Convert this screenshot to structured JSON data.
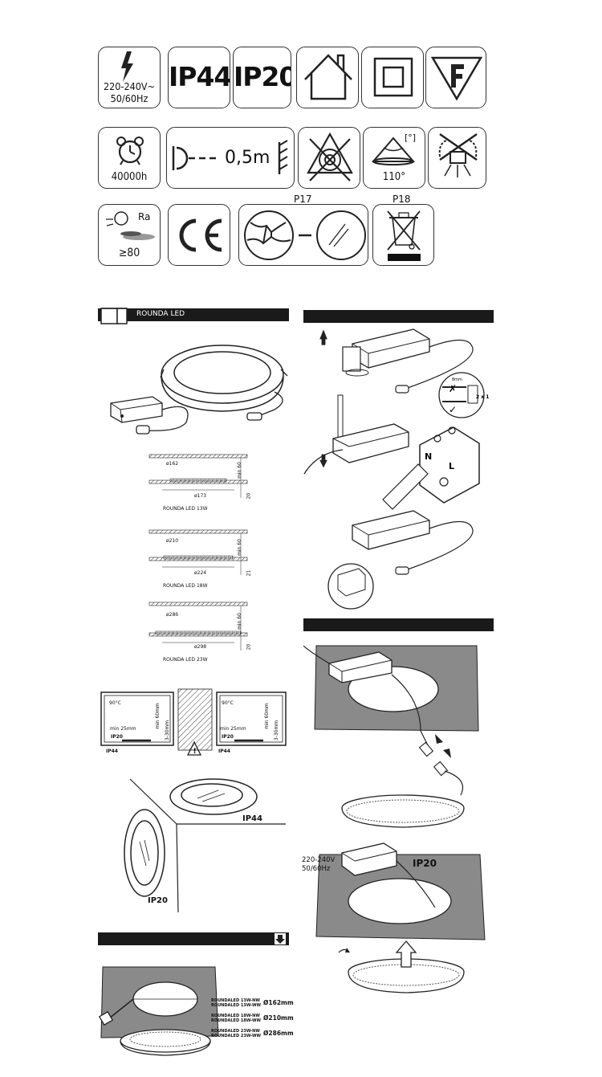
{
  "icons": {
    "voltage": {
      "line1": "220-240V~",
      "line2": "50/60Hz"
    },
    "ip44": "IP44",
    "ip20": "IP20",
    "lifetime": "40000h",
    "distance": "0,5m",
    "beam_angle": {
      "unit": "[°]",
      "value": "110°"
    },
    "cri": {
      "label": "Ra",
      "value": "≥80"
    },
    "ce": "CE",
    "p17": "P17",
    "p18": "P18"
  },
  "sections": {
    "product_title": "ROUNDA LED"
  },
  "dimensions": [
    {
      "cutout": "ø162",
      "outer": "ø173",
      "depth": "min 60",
      "height": "20",
      "model": "ROUNDA LED 13W"
    },
    {
      "cutout": "ø210",
      "outer": "ø224",
      "depth": "min 60",
      "height": "21",
      "model": "ROUNDA LED 18W"
    },
    {
      "cutout": "ø286",
      "outer": "ø298",
      "depth": "min 60",
      "height": "20",
      "model": "ROUNDA LED 23W"
    }
  ],
  "wiring": {
    "n": "N",
    "l": "L",
    "strip": "8mm",
    "wire": "2 x 1"
  },
  "installation": {
    "temp": "90°C",
    "depth": "min 60mm",
    "gap": "min 25mm",
    "thickness": "3-30mm",
    "ip20": "IP20",
    "ip44": "IP44"
  },
  "mounting": {
    "ip44": "IP44",
    "ip20": "IP20"
  },
  "connection": {
    "voltage": "220-240V",
    "freq": "50/60Hz",
    "ip20": "IP20"
  },
  "cutout_table": [
    {
      "models": [
        "ROUNDALED 13W-NW",
        "ROUNDALED 13W-WW"
      ],
      "size": "Ø162mm"
    },
    {
      "models": [
        "ROUNDALED 18W-NW",
        "ROUNDALED 18W-WW"
      ],
      "size": "Ø210mm"
    },
    {
      "models": [
        "ROUNDALED 23W-NW",
        "ROUNDALED 23W-WW"
      ],
      "size": "Ø286mm"
    }
  ]
}
